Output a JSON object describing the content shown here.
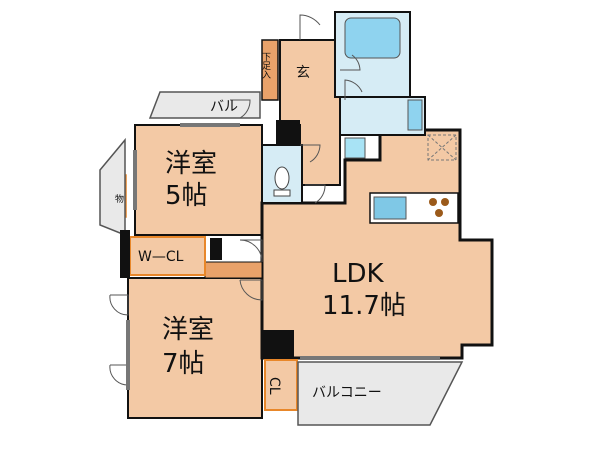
{
  "floorplan": {
    "rooms": {
      "western_room_1": {
        "name": "洋室",
        "size": "5帖"
      },
      "western_room_2": {
        "name": "洋室",
        "size": "7帖"
      },
      "ldk": {
        "name": "LDK",
        "size": "11.7帖"
      },
      "entrance": {
        "name": "玄"
      },
      "shoe_storage": {
        "name": "下足入"
      },
      "walk_in_closet": {
        "name": "W—CL"
      },
      "closet": {
        "name": "CL"
      },
      "storage": {
        "name": "物"
      },
      "balcony_small": {
        "name": "バル"
      },
      "balcony": {
        "name": "バルコニー"
      }
    },
    "colors": {
      "room_fill": "#f3c9a5",
      "wet_area_fill": "#d6ecf5",
      "balcony_fill": "#e9e9e9",
      "wall": "#111111",
      "accent_orange": "#e8872a"
    }
  }
}
